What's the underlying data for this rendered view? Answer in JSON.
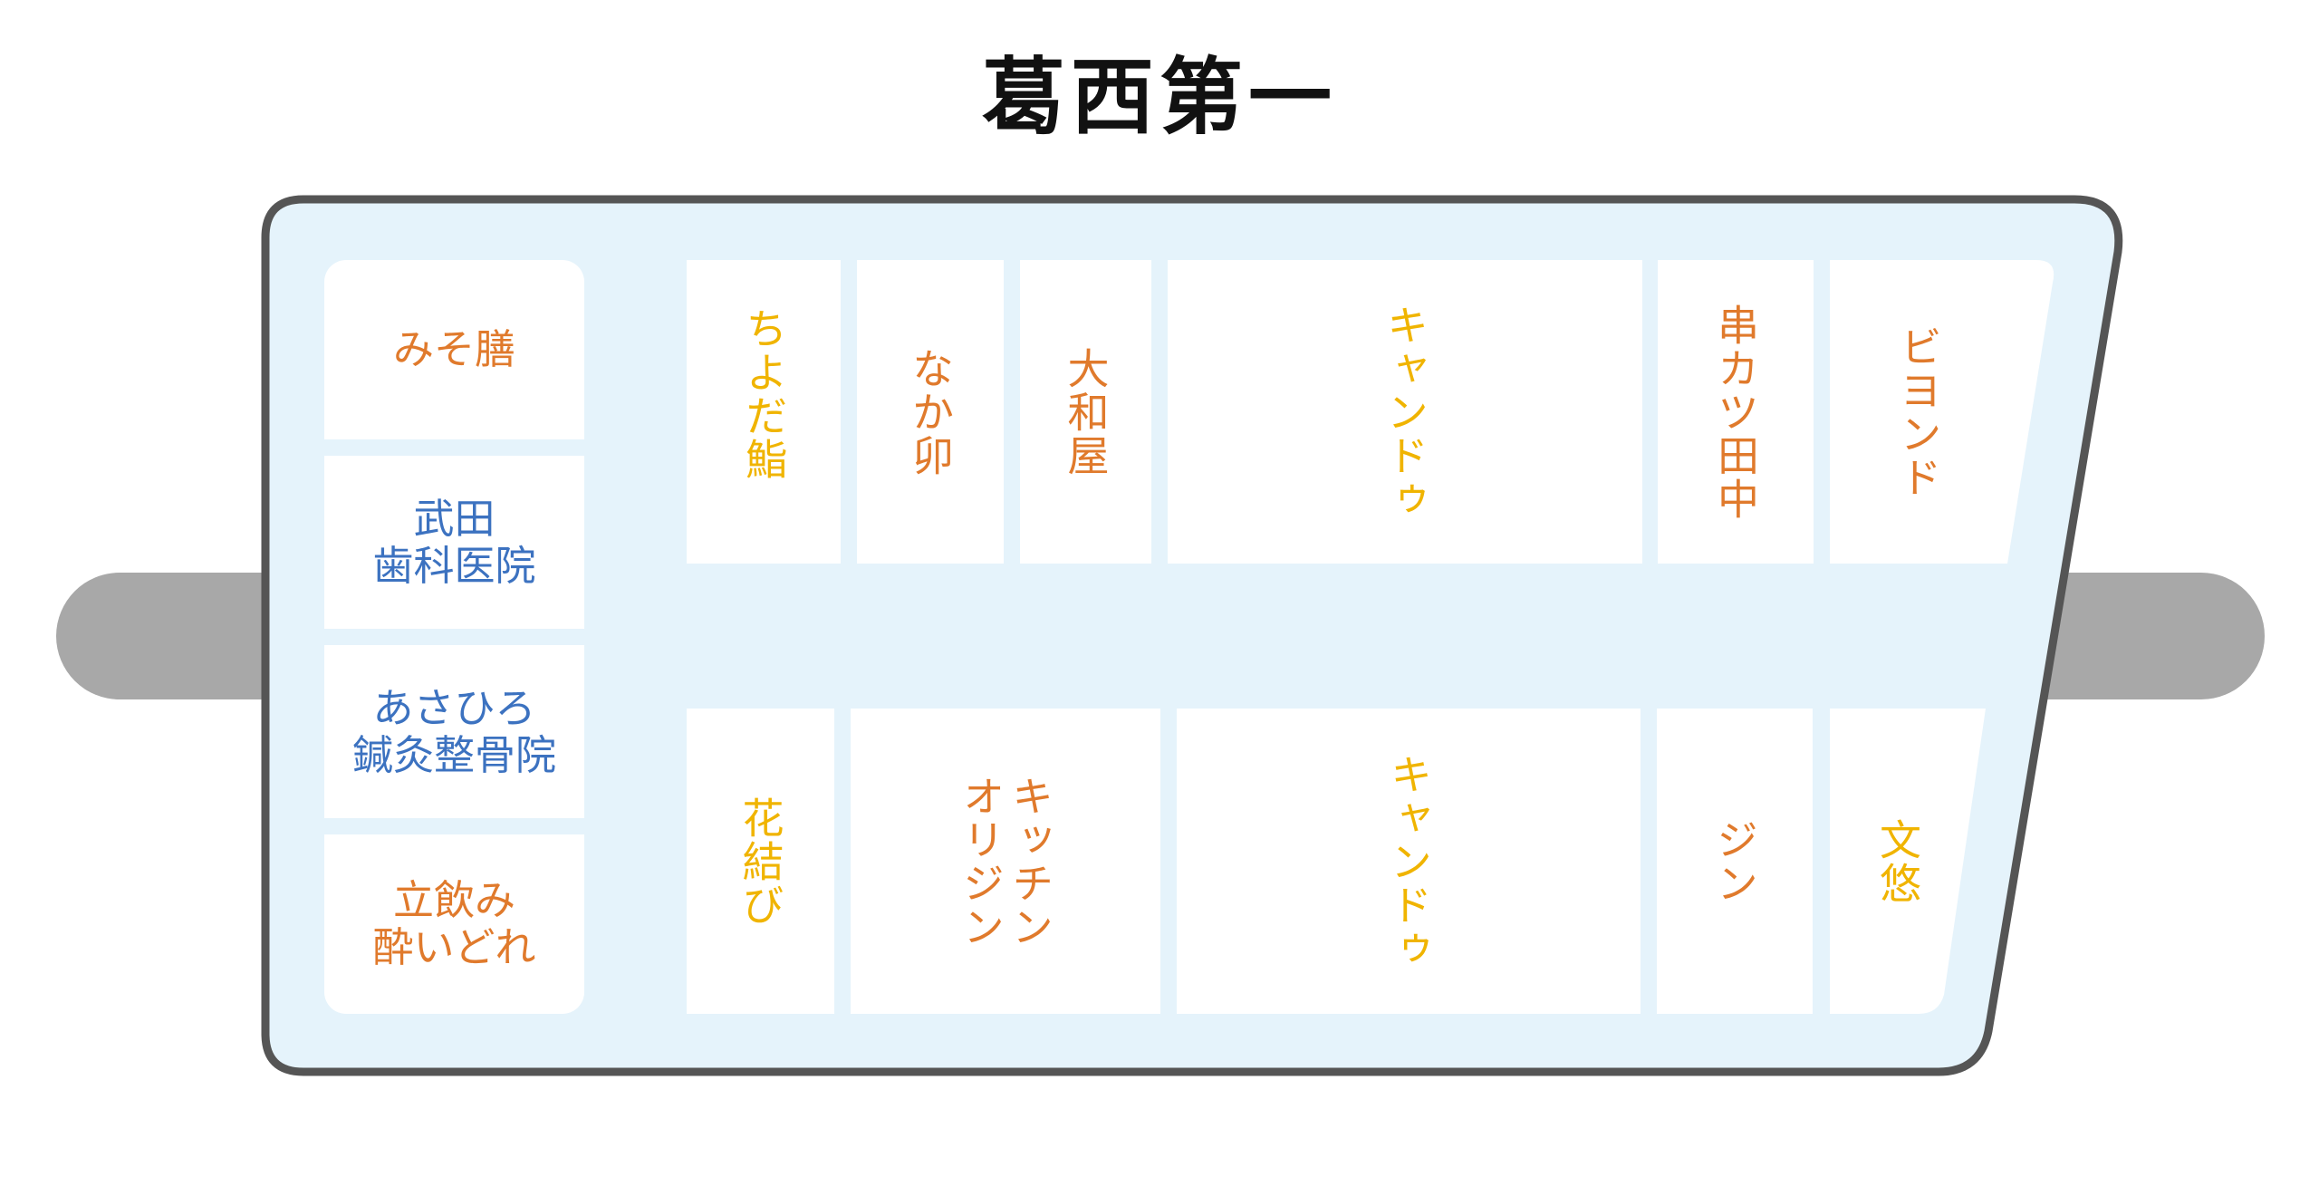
{
  "title": "葛西第一",
  "colors": {
    "orange": "#e07a2c",
    "yellow": "#f0b400",
    "blue": "#3c72c0",
    "floor": "#e5f3fb",
    "outline": "#555555",
    "track": "#a8a8a8"
  },
  "left_column": [
    {
      "name": "みそ膳",
      "color": "orange"
    },
    {
      "name": "武田\n歯科医院",
      "color": "blue"
    },
    {
      "name": "あさひろ\n鍼灸整骨院",
      "color": "blue"
    },
    {
      "name": "立飲み\n酔いどれ",
      "color": "orange"
    }
  ],
  "top_row": [
    {
      "name": "ちよだ鮨",
      "color": "yellow"
    },
    {
      "name": "なか卯",
      "color": "orange"
    },
    {
      "name": "大和屋",
      "color": "orange"
    },
    {
      "name": "キャンドゥ",
      "color": "yellow"
    },
    {
      "name": "串カツ田中",
      "color": "orange"
    },
    {
      "name": "ビヨンド",
      "color": "orange"
    }
  ],
  "bottom_row": [
    {
      "name": "花結び",
      "color": "yellow"
    },
    {
      "name": "キッチン\nオリジン",
      "color": "orange"
    },
    {
      "name": "キャンドゥ",
      "color": "yellow"
    },
    {
      "name": "ジン",
      "color": "orange"
    },
    {
      "name": "文悠",
      "color": "yellow"
    }
  ]
}
